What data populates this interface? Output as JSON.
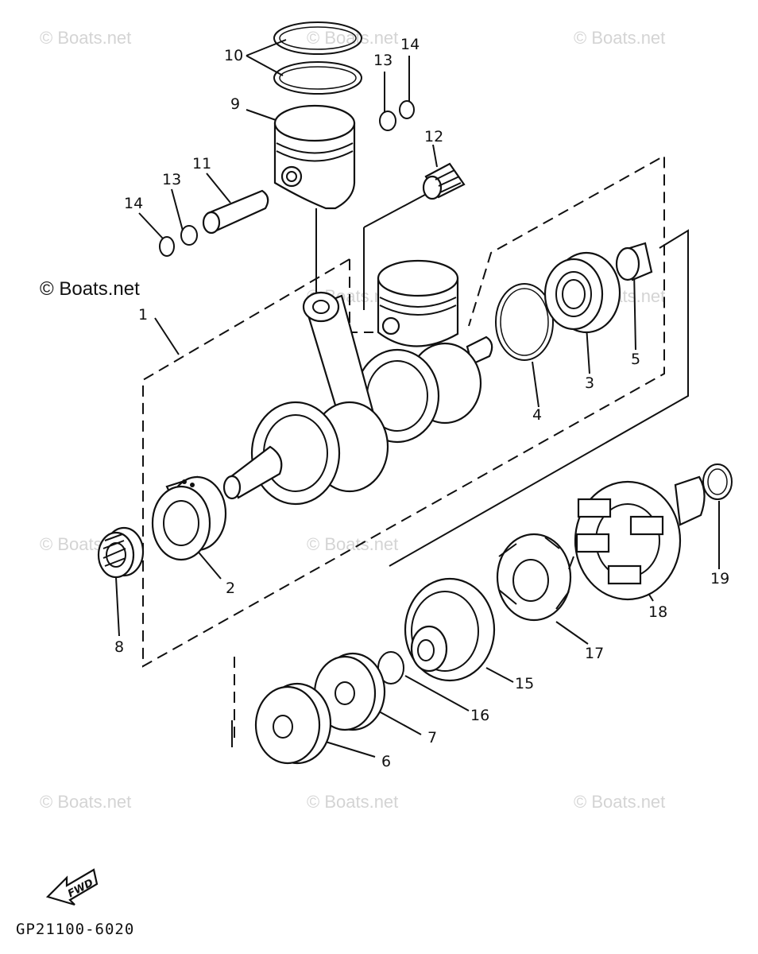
{
  "watermark": "© Boats.net",
  "diagram_code": "GP21100-6020",
  "fwd_label": "FWD",
  "part_numbers": {
    "p1": "1",
    "p2": "2",
    "p3": "3",
    "p4": "4",
    "p5": "5",
    "p6": "6",
    "p7": "7",
    "p8": "8",
    "p9": "9",
    "p10": "10",
    "p11": "11",
    "p12": "12",
    "p13a": "13",
    "p13b": "13",
    "p14a": "14",
    "p14b": "14",
    "p15": "15",
    "p16": "16",
    "p17": "17",
    "p18": "18",
    "p19": "19"
  }
}
